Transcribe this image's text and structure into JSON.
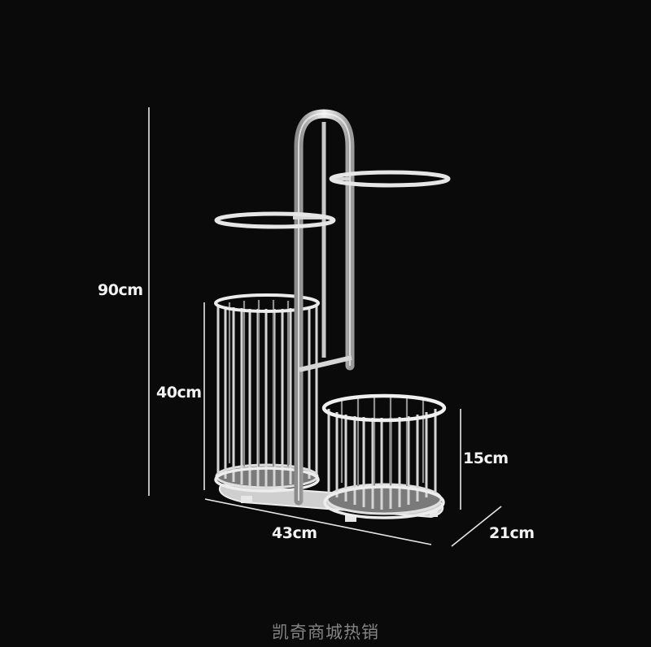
{
  "dimensions": {
    "height_total": "90cm",
    "height_tall_basket": "40cm",
    "height_short_basket": "15cm",
    "width": "43cm",
    "depth": "21cm"
  },
  "watermark": "凯奇商城热销",
  "colors": {
    "background": "#0a0a0a",
    "metal": "#d9d9d9",
    "text": "#f2f2f2"
  }
}
